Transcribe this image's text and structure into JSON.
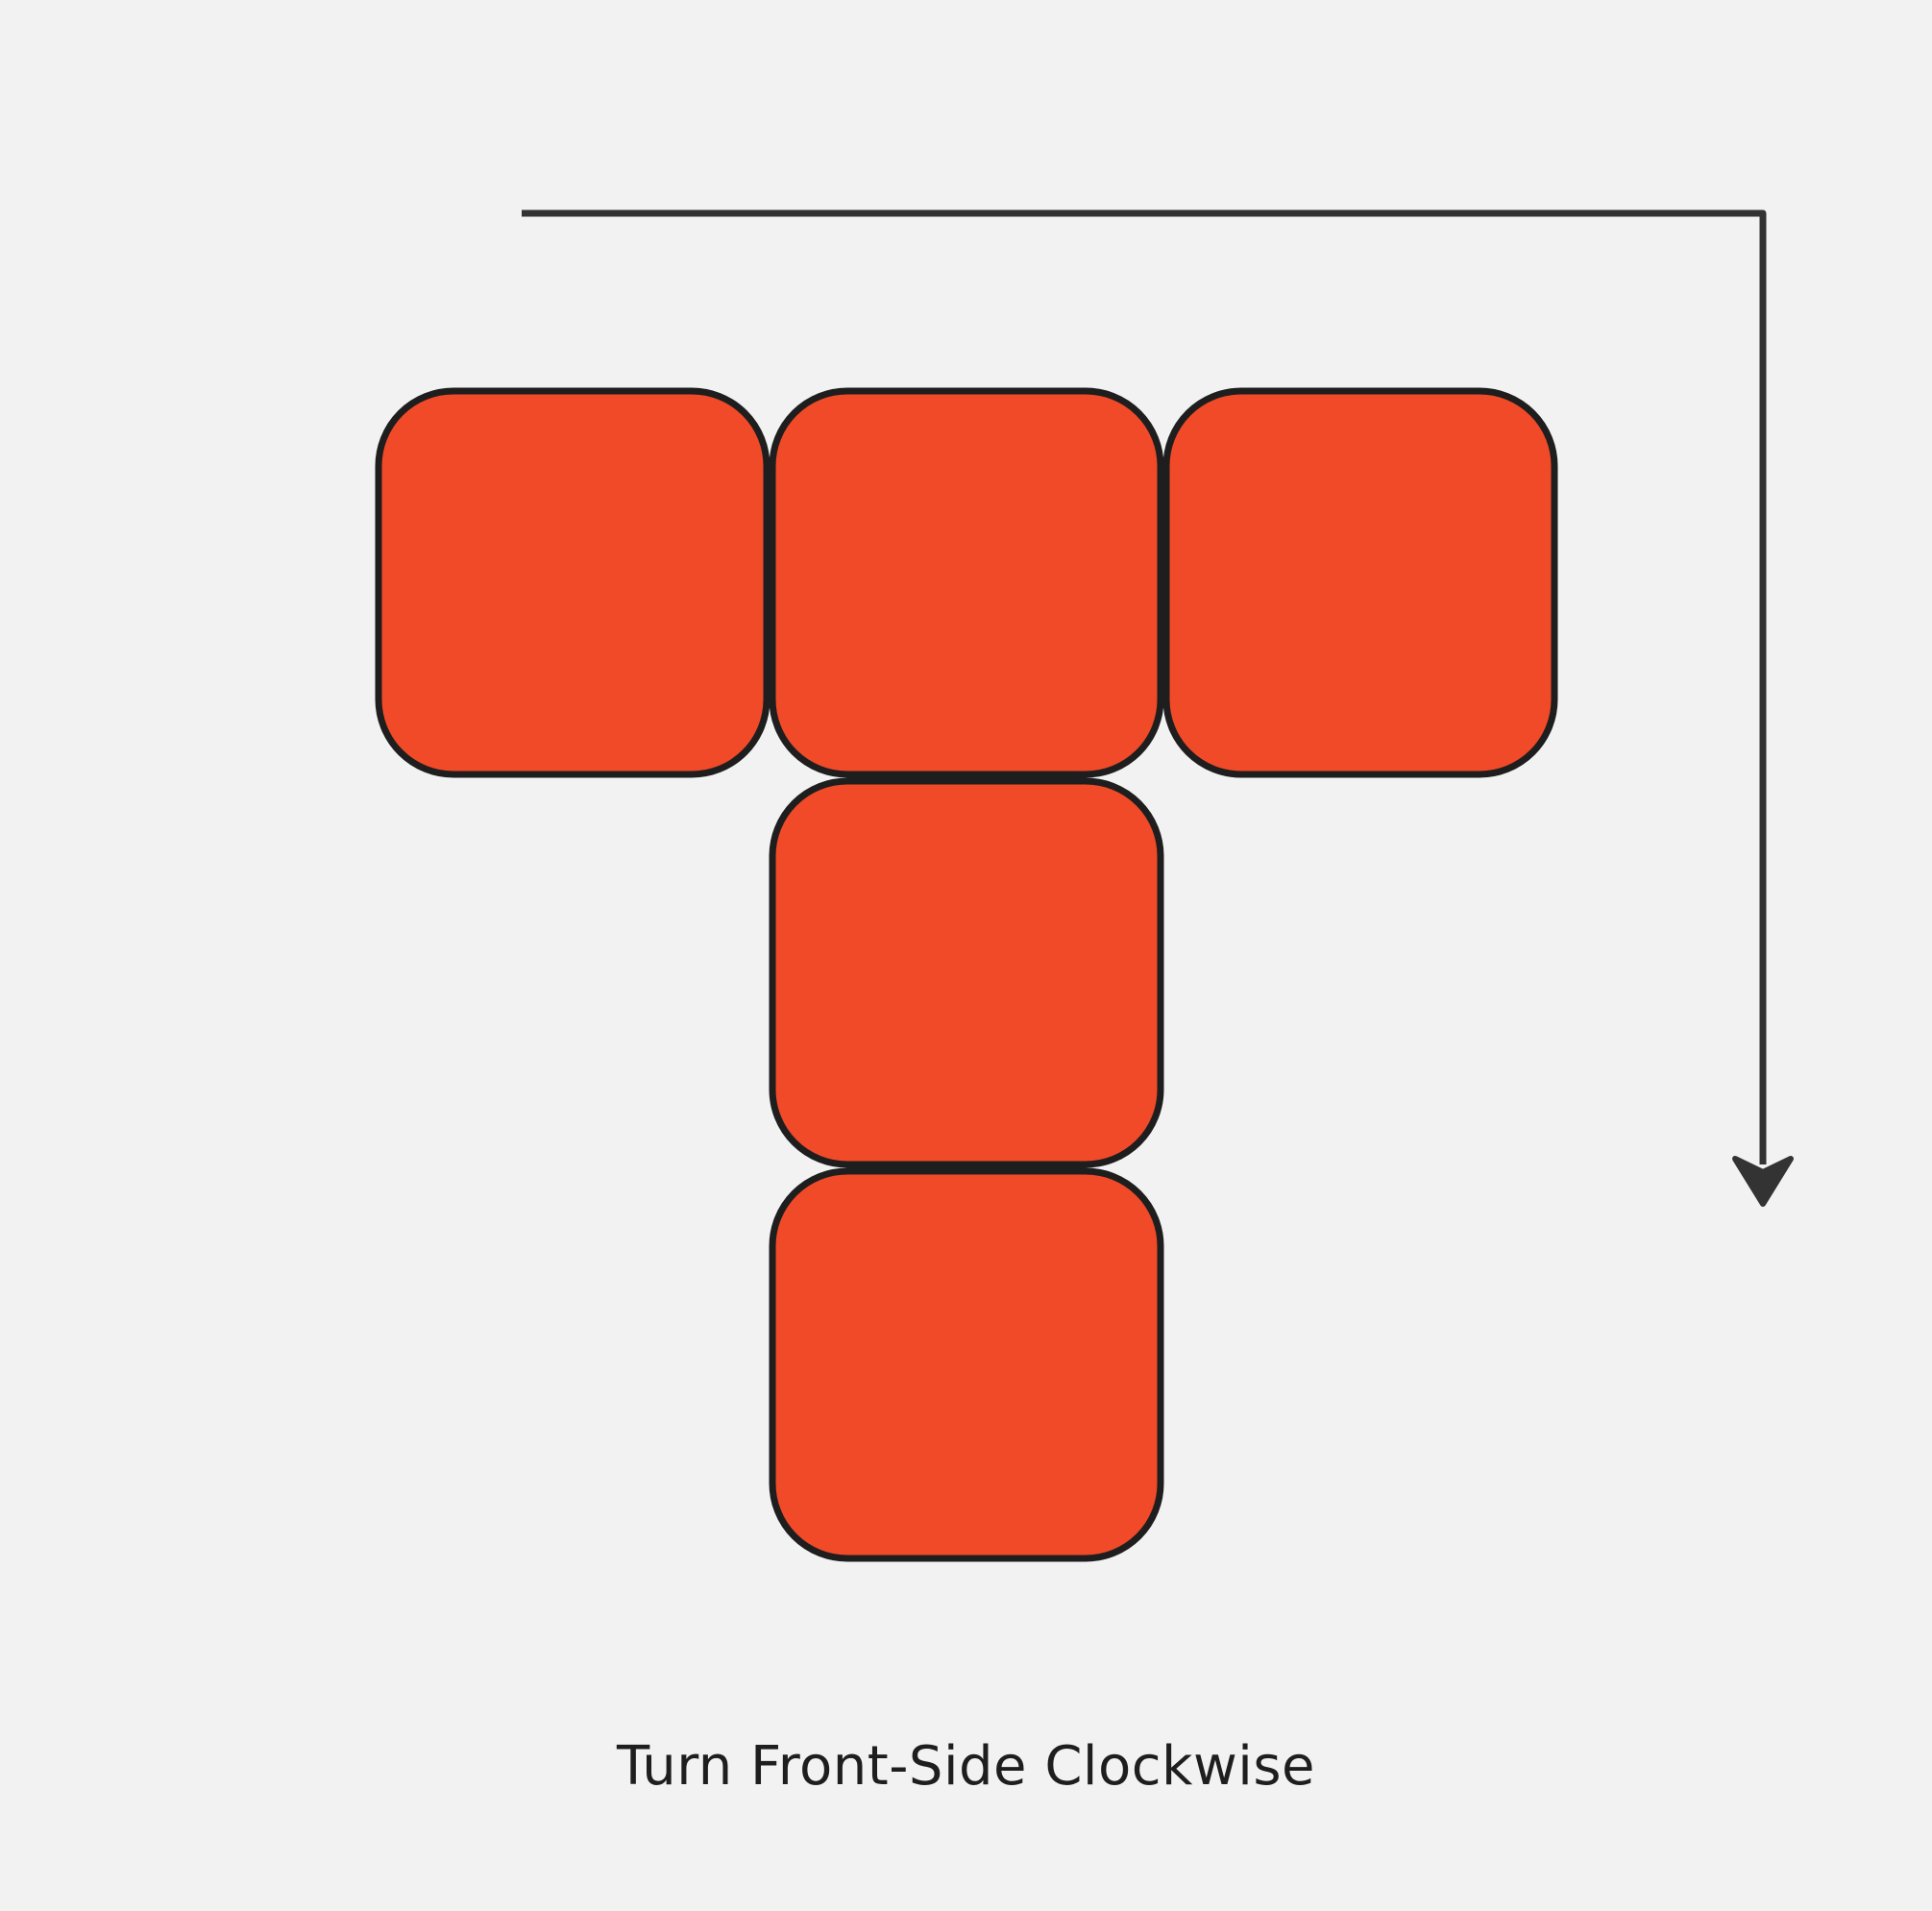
{
  "caption": "Turn Front-Side Clockwise",
  "colors": {
    "background": "#f2f2f2",
    "tile_fill": "#f04a29",
    "tile_stroke": "#1e1e1e",
    "arrow": "#333333"
  },
  "icons": {
    "arrow": "clockwise-turn-arrow-icon"
  },
  "tiles": [
    {
      "id": "top-left"
    },
    {
      "id": "top-center"
    },
    {
      "id": "top-right"
    },
    {
      "id": "middle-center"
    },
    {
      "id": "bottom-center"
    }
  ]
}
